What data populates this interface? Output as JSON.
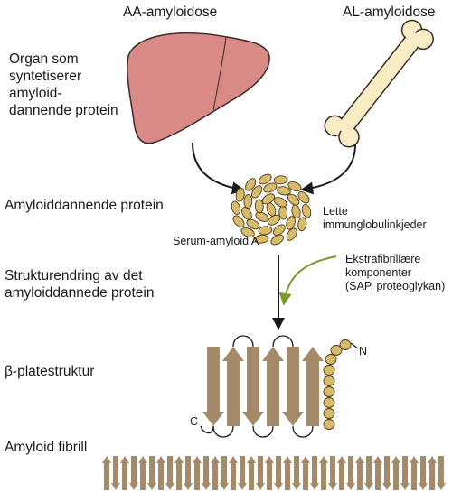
{
  "headers": {
    "left": "AA-amyloidose",
    "right": "AL-amyloidose"
  },
  "labels": {
    "organ_lines": [
      "Organ som",
      "syntetiserer",
      "amyloid-",
      "dannende protein"
    ],
    "amyloid_protein": "Amyloiddannende protein",
    "structure_change_lines": [
      "Strukturendring av det",
      "amyloiddannede protein"
    ],
    "beta_sheet": "β-platestruktur",
    "amyloid_fibril": "Amyloid fibrill"
  },
  "annotations": {
    "serum_amyloid": "Serum-amyloid A",
    "light_chain_lines": [
      "Lette",
      "immunglobulinkjeder"
    ],
    "extracellular_lines": [
      "Ekstrafibrillære",
      "komponenter",
      "(SAP, proteoglykan)"
    ],
    "c_terminal": "C",
    "n_terminal": "N"
  },
  "colors": {
    "liver": "#d98a86",
    "bone": "#f7ecc4",
    "protein_bead": "#d8bb6a",
    "strand": "#a48a68",
    "green_arrow": "#7c9a2a",
    "text": "#1a1a1a"
  }
}
